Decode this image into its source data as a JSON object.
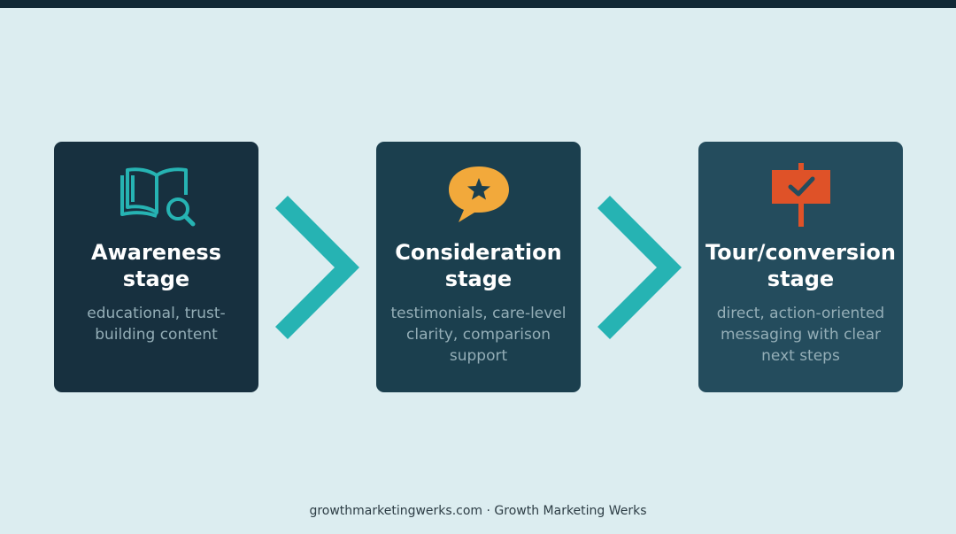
{
  "stages": [
    {
      "title": "Awareness stage",
      "description": "educational, trust-building content",
      "icon": "book-search-icon"
    },
    {
      "title": "Consideration stage",
      "description": "testimonials, care-level clarity, comparison support",
      "icon": "speech-bubble-star-icon"
    },
    {
      "title": "Tour/conversion stage",
      "description": "direct, action-oriented messaging with clear next steps",
      "icon": "checkmark-sign-icon"
    }
  ],
  "footer": "growthmarketingwerks.com · Growth Marketing Werks",
  "colors": {
    "background": "#dcedf0",
    "top_bar": "#112936",
    "card_1": "#17303f",
    "card_2": "#1b3f4e",
    "card_3": "#244c5d",
    "teal_accent": "#26b3b3",
    "orange_accent": "#f2a93b",
    "red_accent": "#df5228"
  }
}
